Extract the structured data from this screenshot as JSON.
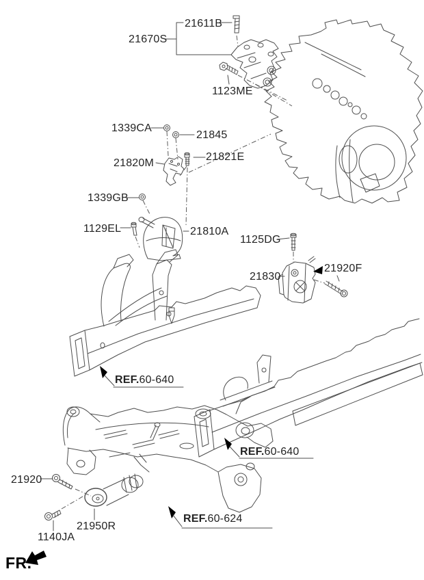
{
  "colors": {
    "background": "#ffffff",
    "line": "#4d4d4d",
    "text": "#232323",
    "arrow": "#000000"
  },
  "callouts": [
    "21611B",
    "21670S",
    "1123ME",
    "1339CA",
    "21845",
    "21820M",
    "21821E",
    "1339GB",
    "1129EL",
    "21810A",
    "1125DG",
    "21830",
    "21920F",
    "21920",
    "21950R",
    "1140JA"
  ],
  "refs": [
    {
      "prefix": "REF.",
      "code": "60-640"
    },
    {
      "prefix": "REF.",
      "code": "60-640"
    },
    {
      "prefix": "REF.",
      "code": "60-624"
    }
  ],
  "footer": {
    "fr_label": "FR."
  },
  "icons": {
    "ref_pointer": "filled-triangle-arrow",
    "fr_arrow": "filled-bent-arrow-down-left"
  }
}
